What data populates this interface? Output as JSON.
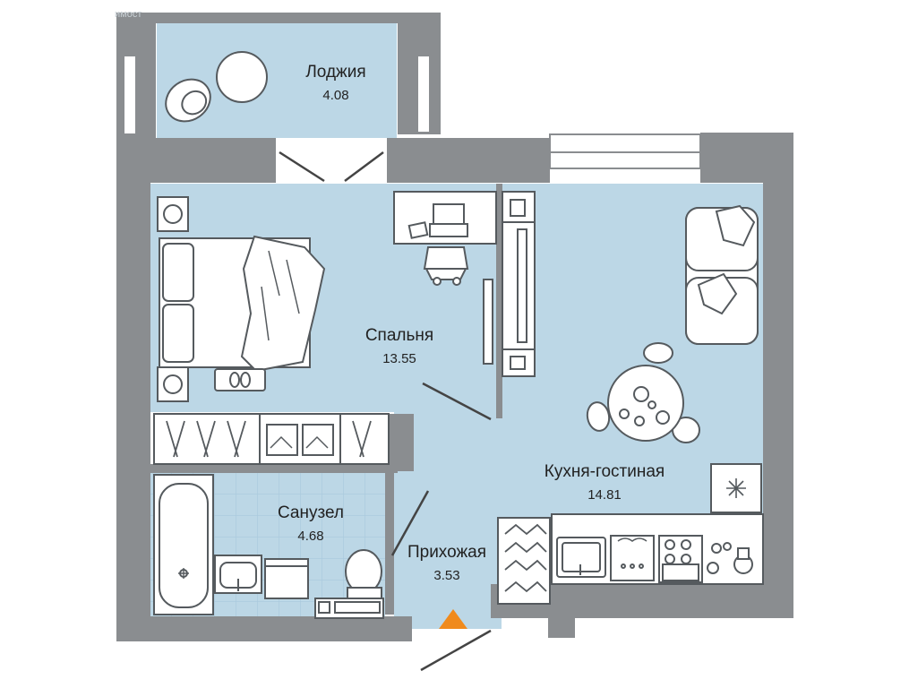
{
  "watermark": "имост",
  "colors": {
    "wall": "#8a8d90",
    "wall_dark": "#7b7e81",
    "floor": "#bcd7e6",
    "tile_line": "#a9c9dc",
    "furniture_line": "#555a5e",
    "furniture_fill": "#ffffff",
    "entrance_marker": "#f08a1c"
  },
  "rooms": [
    {
      "id": "loggia",
      "name": "Лоджия",
      "area": "4.08"
    },
    {
      "id": "bedroom",
      "name": "Спальня",
      "area": "13.55"
    },
    {
      "id": "kitchen",
      "name": "Кухня-гостиная",
      "area": "14.81"
    },
    {
      "id": "bathroom",
      "name": "Санузел",
      "area": "4.68"
    },
    {
      "id": "hallway",
      "name": "Прихожая",
      "area": "3.53"
    }
  ],
  "icons": [
    "bed-icon",
    "laptop-icon",
    "desk-chair-icon",
    "tv-icon",
    "sofa-icon",
    "dining-table-icon",
    "bathtub-icon",
    "sink-icon",
    "toilet-icon",
    "wardrobe-icon",
    "stove-icon",
    "fridge-icon",
    "entrance-arrow-icon"
  ]
}
